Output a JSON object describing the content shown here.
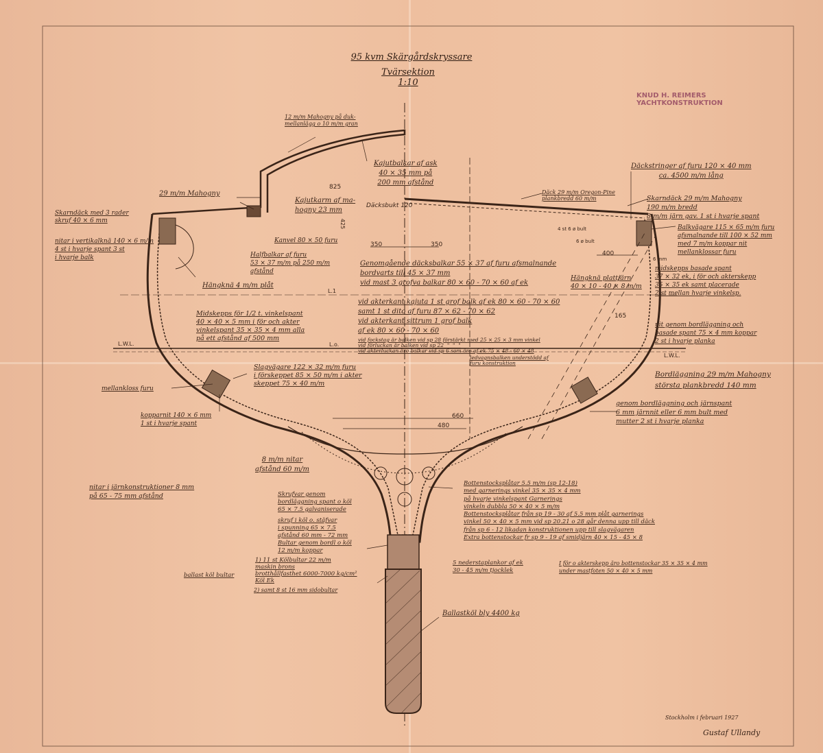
{
  "title": {
    "line1": "95 kvm Skärgårdskryssare",
    "line2": "Tvärsektion 1:10"
  },
  "stamp": {
    "line1": "KNUD H. REIMERS",
    "line2": "YACHTKONSTRUKTION"
  },
  "notes": {
    "cabin_top": "12 m/m Mahogny på duk-\nmellanlägg o 10 m/m gran",
    "cabin_beams": "Kajutbalkar af ask\n40 × 35 mm på\n200 mm afstånd",
    "stringer": "Däckstringer af furu 120 × 40 mm\nca. 4500 m/m lång",
    "deck": "Däck 29 m/m Oregon-Pine\nplankbredd 60 m/m",
    "skarndack_r": "Skarndäck 29 m/m Mahogny\n190 m/m bredd\n8 m/m järn gav. 1 st i hvarje spant",
    "balkvagare": "Balkvägare 115 × 65 m/m furu\nafsmalnande till 100 × 52 mm\nmed 7 m/m koppar nit\nmellanklossar furu",
    "mahogny29": "29 m/m Mahogny",
    "skarndack_l": "Skarndäck med 3 rader\nskruf 40 × 6 mm",
    "nitar_vert": "nitar i vertikalknä 140 × 6 m/m\n4 st i hvarje spant 3 st\ni hvarje balk",
    "kajutkarm": "Kajutkarm af ma-\nhogny 23 mm",
    "kanvel": "Kanvel 80 × 50 furu",
    "halfbalkar": "Halfbalkar af furu\n53 × 37 m/m på 250 m/m\nafstånd",
    "hangkna4": "Hängknä 4 m/m plåt",
    "genomgaende": "Genomgående däcksbalkar 55 × 37 af furu afsmalnande\nbordvarts till 45 × 37 mm\nvid mast 3 grofva balkar 80 × 60 - 70 × 60 af ek",
    "hangkna_platt": "Hängknä plattjärn\n40 × 10 - 40 × 8 m/m",
    "akterkant": "vid akterkant kajuta 1 st grof balk af ek 80 × 60 - 70 × 60\nsamt 1 st dito af furu 87 × 62 - 70 × 62\nvid akterkant sittrum 1 grof balk\naf ek 80 × 60 - 70 × 60",
    "forstarkt": "vid fockstag är balken vid sp 28 förstärkt med 25 × 25 × 3 mm vinkel\nvid förluckan är balken vid sp 22  \"  \"  \"\nvid akterluckan äro balkar vid sp 6 som äro af ek 75 × 48 - 60 × 48",
    "ledvagns": "ledvagnsbalken understödd af\nfuru konstruktion",
    "midskepps_r": "midskepps basade spant\n37 × 32 ek, i för och akterskepp\n35 × 35 ek samt placerade\n2 st mellan hvarje vinkelsp.",
    "nit_genom": "nit genom bordläggning och\nbasade spant 75 × 4 mm koppar\n2 st i hvarje planka",
    "midskepps_l": "Midskepps för 1/2 t. vinkelspant\n40 × 40 × 5 mm i för och akter\nvinkelspant 35 × 35 × 4 mm alla\npå ett afstånd af 500 mm",
    "slagvagare": "Slagvägare 122 × 32 m/m furu\ni förskeppet 85 × 50 m/m i akter\nskeppet 75 × 40 m/m",
    "mellankloss": "mellankloss furu",
    "koppar_nit": "kopparnit 140 × 6 mm\n1 st i hvarje spant",
    "bordlaggning": "Bordläggning 29 m/m Mahogny\nstörsta plankbredd 140 mm",
    "genom_jarn": "genom bordläggning och järnspant\n6 mm järnnit eller 6 mm bult med\nmutter 2 st i hvarje planka",
    "nitar8": "8 m/m nitar\nafstånd 60 m/m",
    "nitar_jarn": "nitar i järnkonstruktioner 8 mm\npå 65 - 75 mm afstånd",
    "skrufvar": "Skrufvar genom\nbordläggning spant o köl\n65 × 7.5 galvaniserade",
    "skruf_kol": "skruf i köl o. stäfvar\ni spunning 65 × 7.5\nafstånd 60 mm - 72 mm\nBultar genom bordl o köl\n12 m/m koppar",
    "kolbultar": "1) 11 st Kölbultar 22 m/m\nmaskin brons\nbrotthållfasthet 6000-7000 kg/cm²\nKöl Ek",
    "ballast_label": "ballast köl bultar",
    "sidobultar": "2) samt 8 st 16 mm sidobultar",
    "bottenstock": "Bottenstocksplåtar 5.5 m/m (sp 12-18)\nmed garnerings vinkel 35 × 35 × 4 mm\npå hvarje vinkelspant Garnerings\nvinkeln dubbla 50 × 40 × 5 m/m\nBottenstocksplåtar från sp 19 - 30 af 5.5 mm plåt garnerings\nvinkel 50 × 40 × 5 mm vid sp 20.21 o 28 går denna upp till däck\nfrån sp 6 - 12 likadan konstruktionen upp till slagvägaren\nExtra bottenstockar fr sp 9 - 19 af smidjärn 40 × 15 - 45 × 8",
    "nedersta": "5 nederstaplankor af ek\n30 - 45 m/m tjocklek",
    "akterskepp": "I för o akterskepp äro bottenstockar 35 × 35 × 4 mm\nunder mastfoten 50 × 40 × 5 mm",
    "ballastkol": "Ballastköl bly 4400 kg",
    "date": "Stockholm i februari 1927",
    "signature": "Gustaf Ullandy"
  },
  "dims": {
    "d825": "825",
    "d350a": "350",
    "d350b": "350",
    "d120": "Däcksbukt 120",
    "d400": "400",
    "d660": "660",
    "d480": "480",
    "d165": "165",
    "d4st": "4 st 6 ø bult",
    "d6bult": "6 ø bult",
    "lwl_l": "L.W.L.",
    "lwl_r": "L.W.L.",
    "lo": "L.o.",
    "l1": "L.1",
    "d425": "425",
    "d6mm": "6 mm"
  },
  "colors": {
    "paper": "#eebf9f",
    "ink": "#3a2418",
    "stamp": "#8a3a5a"
  }
}
